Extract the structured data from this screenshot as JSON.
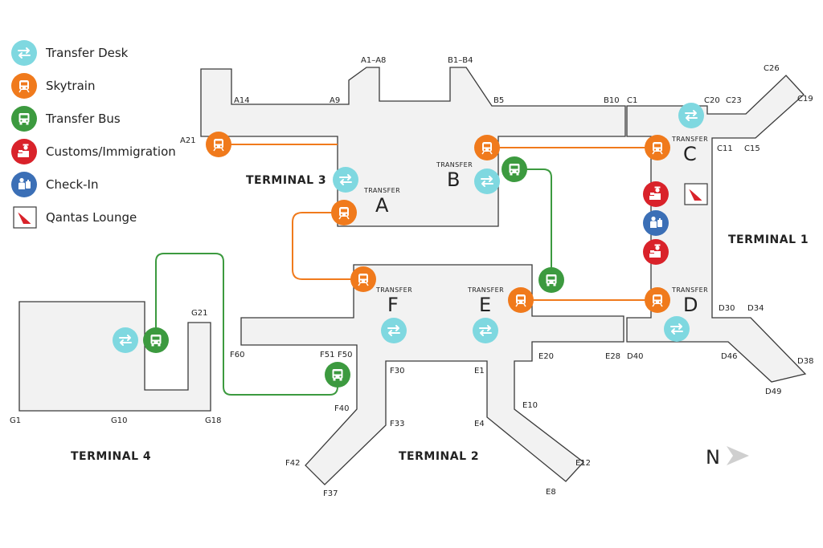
{
  "legend": {
    "transfer_desk": "Transfer Desk",
    "skytrain": "Skytrain",
    "transfer_bus": "Transfer Bus",
    "customs": "Customs/Immigration",
    "checkin": "Check-In",
    "lounge": "Qantas Lounge"
  },
  "terminals": {
    "t1": "TERMINAL 1",
    "t2": "TERMINAL 2",
    "t3": "TERMINAL 3",
    "t4": "TERMINAL 4"
  },
  "zones": {
    "a": "A",
    "b": "B",
    "c": "C",
    "d": "D",
    "e": "E",
    "f": "F"
  },
  "transfer_label": "TRANSFER",
  "north": "N",
  "gates": {
    "a21": "A21",
    "a14": "A14",
    "a9": "A9",
    "a1a8": "A1–A8",
    "b1b4": "B1–B4",
    "b5": "B5",
    "b10": "B10",
    "c1": "C1",
    "c20": "C20",
    "c23": "C23",
    "c26": "C26",
    "c19": "C19",
    "c11": "C11",
    "c15": "C15",
    "d30": "D30",
    "d34": "D34",
    "d38": "D38",
    "d49": "D49",
    "d46": "D46",
    "d40": "D40",
    "e28": "E28",
    "e20": "E20",
    "e10": "E10",
    "e12": "E12",
    "e8": "E8",
    "e1": "E1",
    "e4": "E4",
    "f30": "F30",
    "f33": "F33",
    "f40": "F40",
    "f42": "F42",
    "f37": "F37",
    "f60": "F60",
    "f51": "F51",
    "f50": "F50",
    "g21": "G21",
    "g1": "G1",
    "g10": "G10",
    "g18": "G18"
  },
  "colors": {
    "transfer_desk": "#7fd8e0",
    "skytrain": "#f07a1c",
    "transfer_bus": "#3c9a3f",
    "customs": "#d9222a",
    "checkin": "#3b6fb6",
    "building": "#f2f2f2",
    "outline": "#3a3a3a"
  }
}
